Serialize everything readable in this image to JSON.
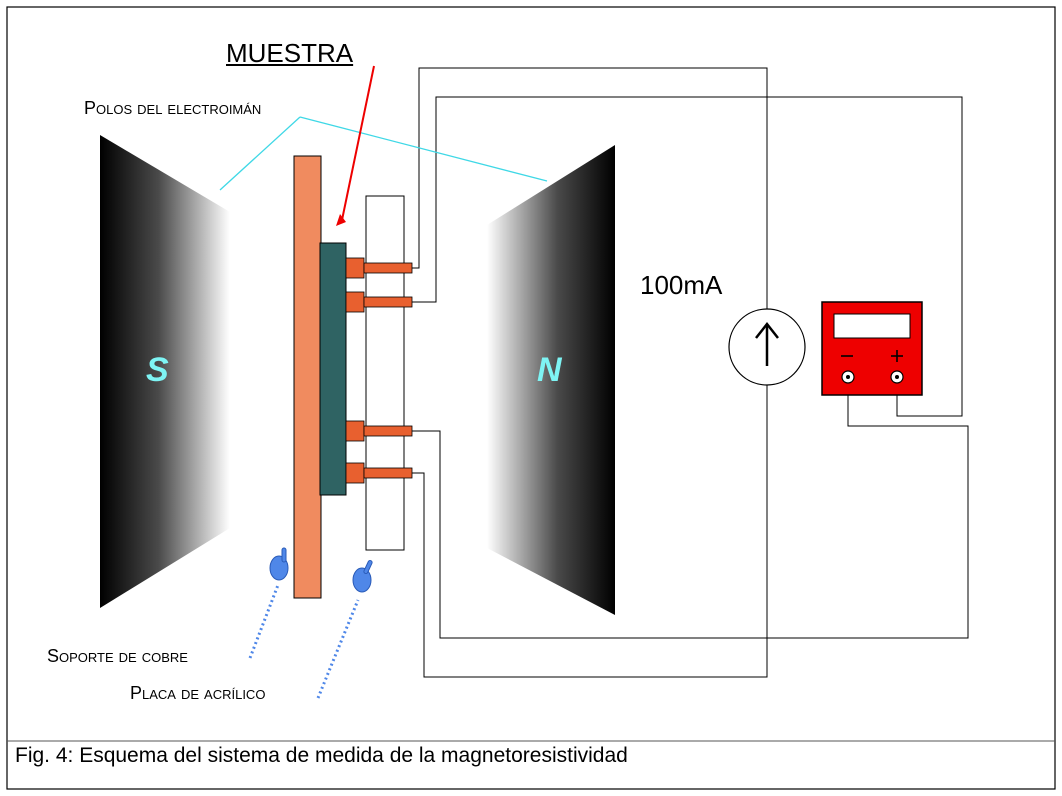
{
  "title": "MUESTRA",
  "labels": {
    "poles": "Polos del electroimán",
    "copper_support": "Soporte de cobre",
    "acrylic_plate": "Placa de acrílico",
    "current": "100mA"
  },
  "poles": {
    "south": "S",
    "north": "N"
  },
  "meter": {
    "minus": "−",
    "plus": "+"
  },
  "caption": "Fig. 4: Esquema del sistema de medida de la magnetoresistividad",
  "colors": {
    "copper": "#f08b5f",
    "sample": "#2f6363",
    "contacts": "#e8602f",
    "meter": "#ee0000",
    "pole_letters": "#7ef4f4",
    "leader_lines": "#3fd8e6",
    "arrow": "#ee0000",
    "pointer_hands": "#4f87e8"
  },
  "icons": [
    "current-source-arrow-icon",
    "pointing-hand-icon"
  ]
}
